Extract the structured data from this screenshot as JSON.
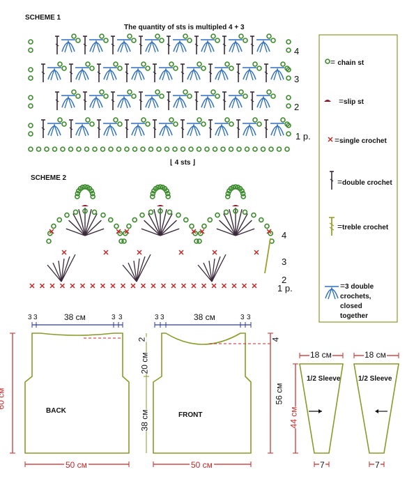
{
  "scheme1": {
    "title": "SCHEME 1",
    "subtitle": "The quantity of sts is multipled 4 + 3",
    "rows": [
      "4",
      "3",
      "2",
      "1 р."
    ],
    "repeat_label": "4 sts"
  },
  "scheme2": {
    "title": "SCHEME 2",
    "rows": [
      "4",
      "3",
      "2",
      "1 р."
    ]
  },
  "legend": {
    "items": [
      {
        "symbol": "chain-icon",
        "label": "chain st"
      },
      {
        "symbol": "slip-st-icon",
        "label": "slip st"
      },
      {
        "symbol": "single-crochet-icon",
        "label": "single crochet"
      },
      {
        "symbol": "double-crochet-icon",
        "label": "double crochet"
      },
      {
        "symbol": "treble-crochet-icon",
        "label": "treble crochet"
      },
      {
        "symbol": "cluster-icon",
        "label": "3 double crochets, closed together"
      }
    ],
    "prefix": "="
  },
  "back": {
    "label": "BACK",
    "top_small": [
      "3",
      "3",
      "3",
      "3"
    ],
    "neck_width": "38 см",
    "height": "60 см",
    "width": "50 см"
  },
  "front": {
    "label": "FRONT",
    "top_small": [
      "3",
      "3",
      "3",
      "3"
    ],
    "neck_width": "38 см",
    "height": "56 см",
    "armhole": "20 см",
    "lower": "38 см",
    "neck_drop_left": "2",
    "neck_drop_right": "4",
    "width": "50 см"
  },
  "sleeve": {
    "top_width": "18 см",
    "label": "1/2 Sleeve",
    "height": "44 см",
    "bottom_width": "7"
  },
  "colors": {
    "chain": "#3a8a2a",
    "blue": "#2f6fbf",
    "dark": "#3a2a3a",
    "red": "#c62828",
    "olive": "#9aa02a",
    "maroon": "#8a1a2a"
  }
}
